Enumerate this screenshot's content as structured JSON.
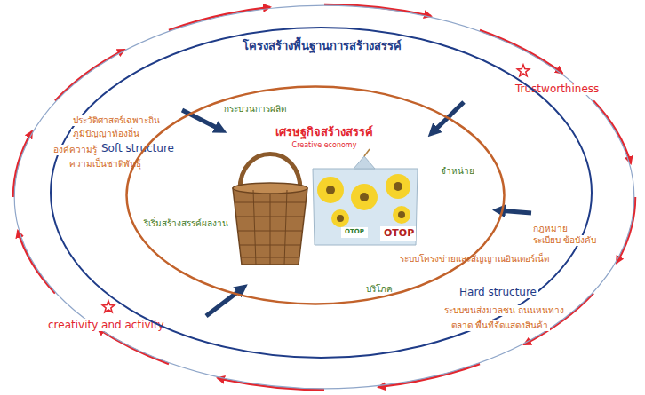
{
  "diagram": {
    "nodes": [
      {
        "text": [
          "Trustworthiness",
          "creativity and activity"
        ]
      },
      {
        "text": [
          "โครงสร้างพื้นฐานการสร้างสรรค์",
          "ประวัติศาสตร์เฉพาะถิ่น",
          "ภูมิปัญญาท้องถิ่น",
          "องค์ความรู้",
          "Soft structure",
          "ความเป็นชาติพันธุ์",
          "กฎหมาย",
          "ระเบียบ ข้อบังคับ",
          "ระบบโครงข่ายและสัญญาณอินเตอร์เน็ต",
          "Hard structure",
          "ระบบขนส่งมวลชน ถนนหนทาง",
          "ตลาด พื้นที่จัดแสดงสินค้า"
        ],
        "in": 0
      },
      {
        "text": [
          "เศรษฐกิจสร้างสรรค์",
          "Creative economy",
          "กระบวนการผลิต",
          "จำหน่าย",
          "ริเริ่มสร้างสรรค์ผลงาน",
          "บริโภค"
        ],
        "in": 1
      }
    ],
    "labels": [
      "OTOP",
      "OTOP"
    ]
  }
}
